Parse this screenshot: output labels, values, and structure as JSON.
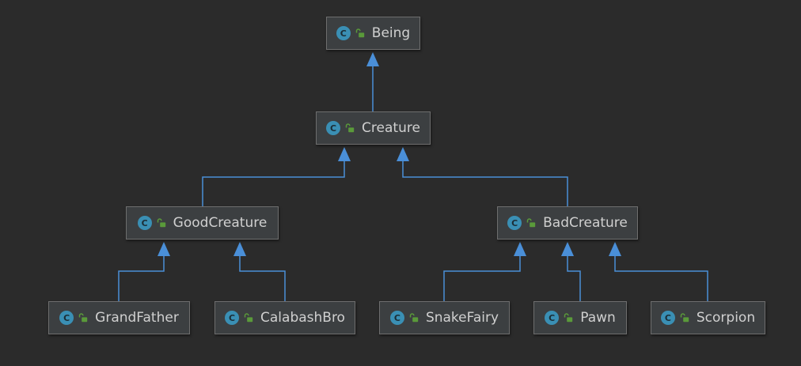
{
  "nodes": {
    "being": "Being",
    "creature": "Creature",
    "good_creature": "GoodCreature",
    "bad_creature": "BadCreature",
    "grand_father": "GrandFather",
    "calabash_bro": "CalabashBro",
    "snake_fairy": "SnakeFairy",
    "pawn": "Pawn",
    "scorpion": "Scorpion"
  },
  "icons": {
    "class_letter": "C",
    "class_icon": "class-icon",
    "visibility_icon": "public-lock-icon"
  },
  "colors": {
    "background": "#2b2b2b",
    "node_fill": "#3c3f41",
    "edge": "#4a8fd8",
    "class_icon": "#3a8fb4",
    "lock_icon": "#5a9a3a"
  }
}
